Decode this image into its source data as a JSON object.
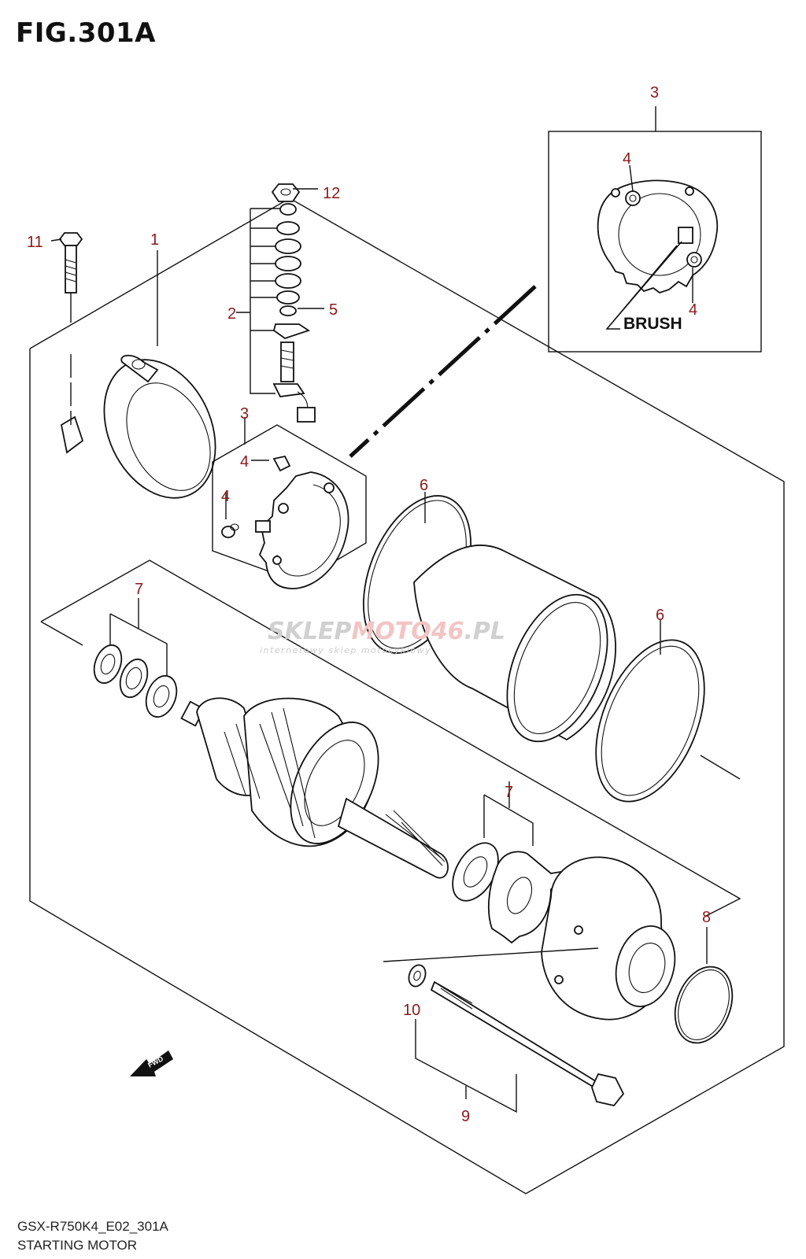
{
  "figure_title": "FIG.301A",
  "footer": {
    "code": "GSX-R750K4_E02_301A",
    "name": "STARTING MOTOR"
  },
  "inset": {
    "brush_label": "BRUSH"
  },
  "watermark": {
    "brand_left": "SKLEP",
    "brand_mid": "MOTO",
    "brand_right": "46",
    "brand_tld": ".PL",
    "tagline": "internetowy sklep motocyklowy"
  },
  "fwd_label": "FWD",
  "callouts": [
    {
      "id": "c1",
      "label": "1"
    },
    {
      "id": "c2",
      "label": "2"
    },
    {
      "id": "c3_inset",
      "label": "3"
    },
    {
      "id": "c3_main",
      "label": "3"
    },
    {
      "id": "c4_inset_top",
      "label": "4"
    },
    {
      "id": "c4_inset_bottom",
      "label": "4"
    },
    {
      "id": "c4_main_a",
      "label": "4"
    },
    {
      "id": "c4_main_b",
      "label": "4"
    },
    {
      "id": "c5",
      "label": "5"
    },
    {
      "id": "c6_left",
      "label": "6"
    },
    {
      "id": "c6_right",
      "label": "6"
    },
    {
      "id": "c7_left",
      "label": "7"
    },
    {
      "id": "c7_right",
      "label": "7"
    },
    {
      "id": "c8",
      "label": "8"
    },
    {
      "id": "c9",
      "label": "9"
    },
    {
      "id": "c10",
      "label": "10"
    },
    {
      "id": "c11",
      "label": "11"
    },
    {
      "id": "c12",
      "label": "12"
    }
  ],
  "colors": {
    "callout": "#8b1a1a",
    "line": "#111111"
  }
}
